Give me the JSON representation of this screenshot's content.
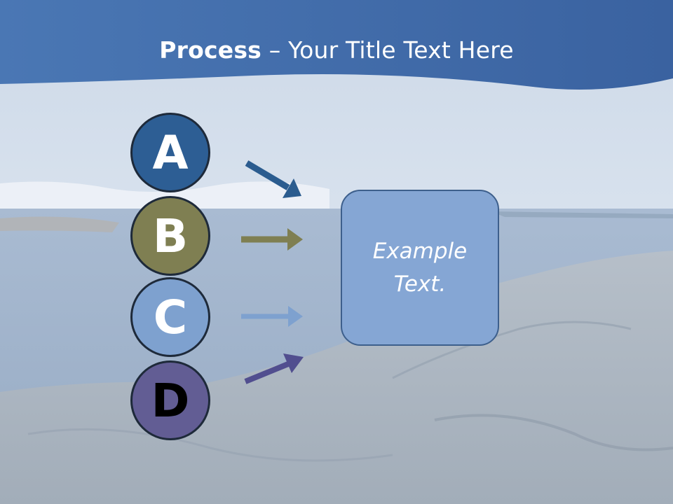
{
  "title": {
    "bold": "Process",
    "rest": " – Your Title Text Here"
  },
  "steps": [
    {
      "letter": "A",
      "color": "#2d5e94",
      "text_color": "#ffffff"
    },
    {
      "letter": "B",
      "color": "#7f7f52",
      "text_color": "#ffffff"
    },
    {
      "letter": "C",
      "color": "#7ea1cf",
      "text_color": "#ffffff"
    },
    {
      "letter": "D",
      "color": "#625d94",
      "text_color": "#000000"
    }
  ],
  "box": {
    "text": "Example Text."
  },
  "arrow_colors": [
    "#2b5c8f",
    "#7f7f52",
    "#7ea1cf",
    "#514e8f"
  ]
}
